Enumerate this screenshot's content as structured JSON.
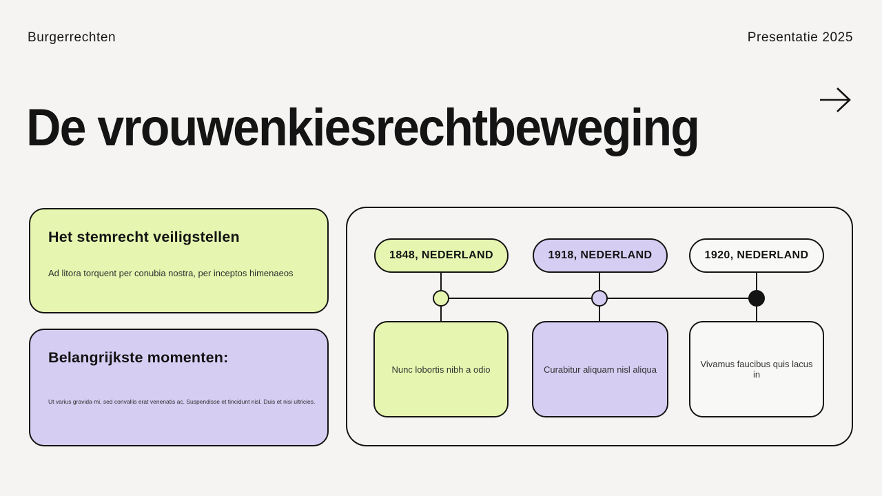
{
  "slide": {
    "background": "#f5f4f2",
    "ink": "#141414",
    "accent_green": "#e6f6b0",
    "accent_purple": "#d6cdf2",
    "accent_white": "#f8f8f6"
  },
  "header": {
    "left": "Burgerrechten",
    "right": "Presentatie 2025"
  },
  "title": "De vrouwenkiesrechtbeweging",
  "icons": {
    "arrow_right": "→"
  },
  "cards": [
    {
      "title": "Het stemrecht veiligstellen",
      "body": "Ad litora torquent per conubia nostra, per inceptos himenaeos",
      "color": "#e6f6b0"
    },
    {
      "title": "Belangrijkste momenten:",
      "body": "Ut varius gravida mi, sed convallis erat venenatis ac. Suspendisse et tincidunt nisl. Duis et nisi ultricies.",
      "color": "#d6cdf2"
    }
  ],
  "timeline": {
    "milestones": [
      {
        "label": "1848, NEDERLAND",
        "description": "Nunc lobortis nibh a odio",
        "color": "#e6f6b0",
        "node_color": "#e6f6b0"
      },
      {
        "label": "1918, NEDERLAND",
        "description": "Curabitur aliquam nisl aliqua",
        "color": "#d6cdf2",
        "node_color": "#d6cdf2"
      },
      {
        "label": "1920, NEDERLAND",
        "description": "Vivamus faucibus quis lacus in",
        "color": "#f8f8f6",
        "node_color": "#141414"
      }
    ]
  }
}
